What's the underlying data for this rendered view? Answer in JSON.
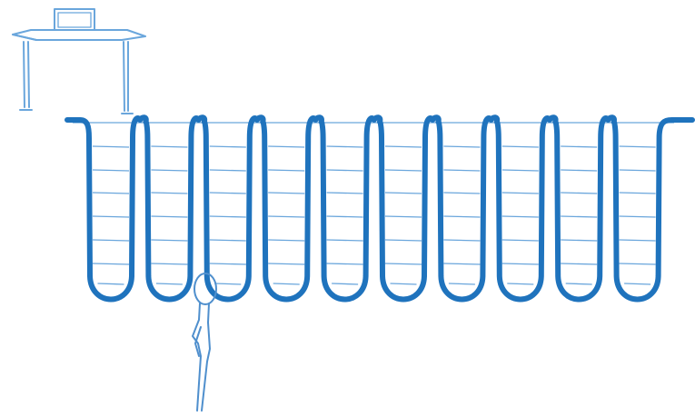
{
  "colors": {
    "background": "#ffffff",
    "line_dark": "#1f73bd",
    "line_light": "#6aa6dc"
  },
  "scene": {
    "trough_count": 10,
    "elements": [
      "desk",
      "laptop",
      "wavy-line",
      "stick-figure"
    ]
  }
}
